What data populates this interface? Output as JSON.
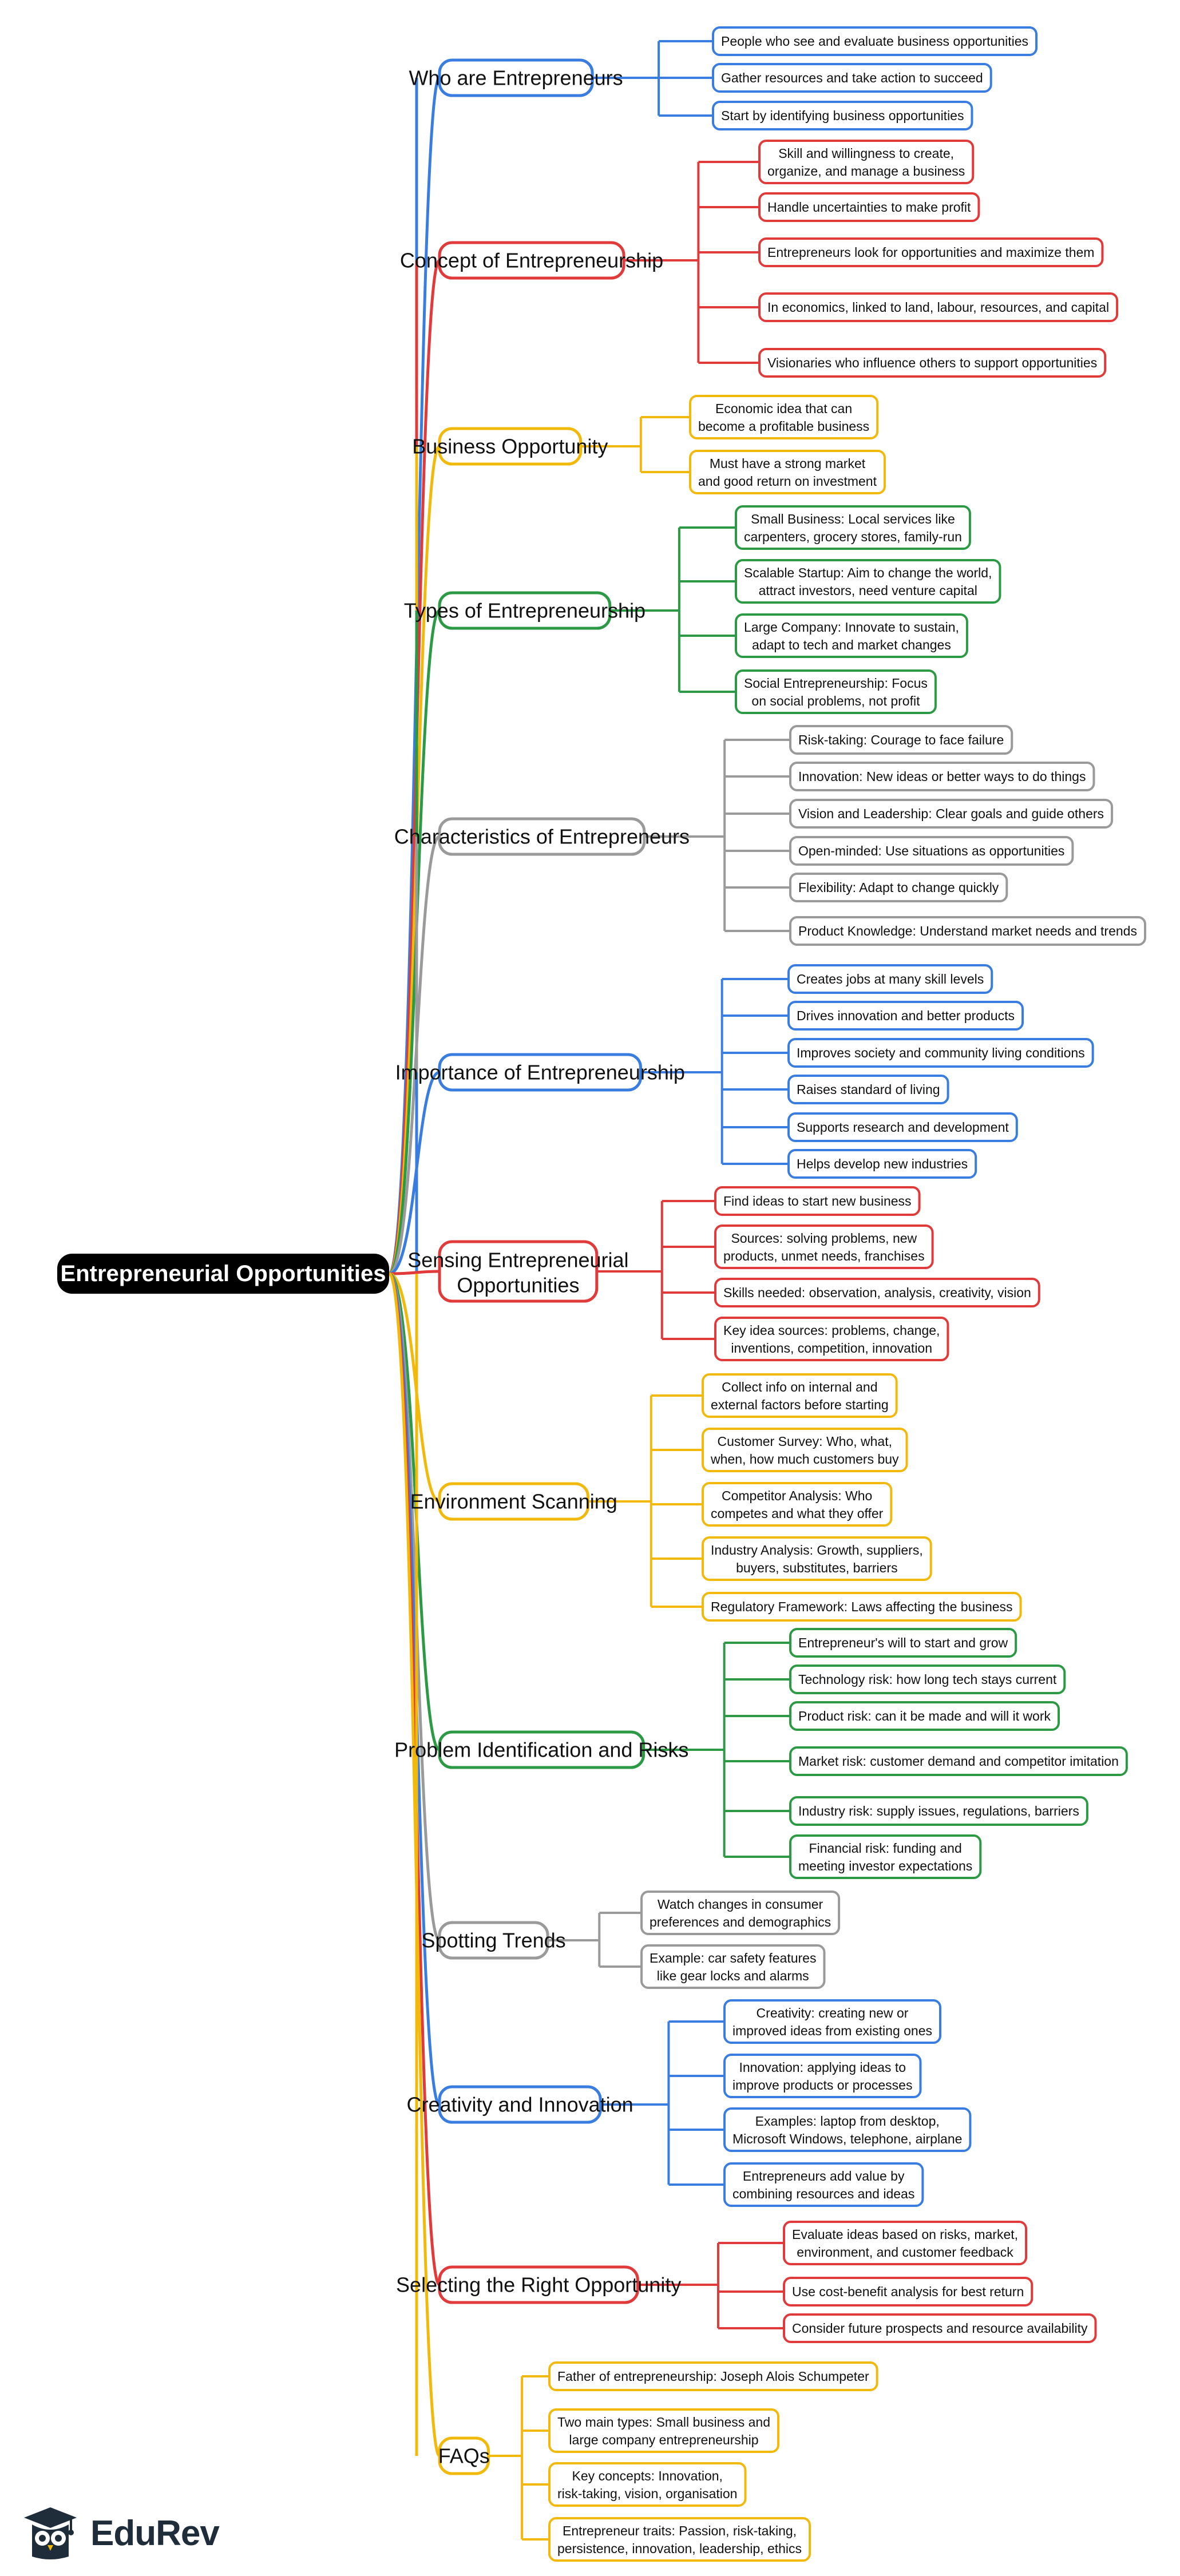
{
  "root": "Entrepreneurial Opportunities",
  "colors": {
    "blue": "#3a7de0",
    "red": "#e03a3a",
    "yellow": "#f2b90d",
    "green": "#2c9a45",
    "gray": "#9a9a9a",
    "root_fill": "#000000"
  },
  "branches": [
    {
      "label": "Who are Entrepreneurs",
      "color": "blue",
      "children": [
        "People who see and evaluate business opportunities",
        "Gather resources and take action to succeed",
        "Start by identifying business opportunities"
      ]
    },
    {
      "label": "Concept of Entrepreneurship",
      "color": "red",
      "children": [
        "Skill and willingness to create, organize, and manage a business",
        "Handle uncertainties to make profit",
        "Entrepreneurs look for opportunities and maximize them",
        "In economics, linked to land, labour, resources, and capital",
        "Visionaries who influence others to support opportunities"
      ]
    },
    {
      "label": "Business Opportunity",
      "color": "yellow",
      "children": [
        "Economic idea that can become a profitable business",
        "Must have a strong market and good return on investment"
      ]
    },
    {
      "label": "Types of Entrepreneurship",
      "color": "green",
      "children": [
        "Small Business: Local services like carpenters, grocery stores, family-run",
        "Scalable Startup: Aim to change the world, attract investors, need venture capital",
        "Large Company: Innovate to sustain, adapt to tech and market changes",
        "Social Entrepreneurship: Focus on social problems, not profit"
      ]
    },
    {
      "label": "Characteristics of Entrepreneurs",
      "color": "gray",
      "children": [
        "Risk-taking: Courage to face failure",
        "Innovation: New ideas or better ways to do things",
        "Vision and Leadership: Clear goals and guide others",
        "Open-minded: Use situations as opportunities",
        "Flexibility: Adapt to change quickly",
        "Product Knowledge: Understand market needs and trends"
      ]
    },
    {
      "label": "Importance of Entrepreneurship",
      "color": "blue",
      "children": [
        "Creates jobs at many skill levels",
        "Drives innovation and better products",
        "Improves society and community living conditions",
        "Raises standard of living",
        "Supports research and development",
        "Helps develop new industries"
      ]
    },
    {
      "label": "Sensing Entrepreneurial Opportunities",
      "color": "red",
      "children": [
        "Find ideas to start new business",
        "Sources: solving problems, new products, unmet needs, franchises",
        "Skills needed: observation, analysis, creativity, vision",
        "Key idea sources: problems, change, inventions, competition, innovation"
      ]
    },
    {
      "label": "Environment Scanning",
      "color": "yellow",
      "children": [
        "Collect info on internal and external factors before starting",
        "Customer Survey: Who, what, when, how much customers buy",
        "Competitor Analysis: Who competes and what they offer",
        "Industry Analysis: Growth, suppliers, buyers, substitutes, barriers",
        "Regulatory Framework: Laws affecting the business"
      ]
    },
    {
      "label": "Problem Identification and Risks",
      "color": "green",
      "children": [
        "Entrepreneur's will to start and grow",
        "Technology risk: how long tech stays current",
        "Product risk: can it be made and will it work",
        "Market risk: customer demand and competitor imitation",
        "Industry risk: supply issues, regulations, barriers",
        "Financial risk: funding and meeting investor expectations"
      ]
    },
    {
      "label": "Spotting Trends",
      "color": "gray",
      "children": [
        "Watch changes in consumer preferences and demographics",
        "Example: car safety features like gear locks and alarms"
      ]
    },
    {
      "label": "Creativity and Innovation",
      "color": "blue",
      "children": [
        "Creativity: creating new or improved ideas from existing ones",
        "Innovation: applying ideas to improve products or processes",
        "Examples: laptop from desktop, Microsoft Windows, telephone, airplane",
        "Entrepreneurs add value by combining resources and ideas"
      ]
    },
    {
      "label": "Selecting the Right Opportunity",
      "color": "red",
      "children": [
        "Evaluate ideas based on risks, market, environment, and customer feedback",
        "Use cost-benefit analysis for best return",
        "Consider future prospects and resource availability"
      ]
    },
    {
      "label": "FAQs",
      "color": "yellow",
      "children": [
        "Father of entrepreneurship: Joseph Alois Schumpeter",
        "Two main types: Small business and large company entrepreneurship",
        "Key concepts: Innovation, risk-taking, vision, organisation",
        "Entrepreneur traits: Passion, risk-taking, persistence, innovation, leadership, ethics"
      ]
    }
  ],
  "logo": {
    "name": "EduRev",
    "icon": "graduation-cap-owl-icon"
  }
}
